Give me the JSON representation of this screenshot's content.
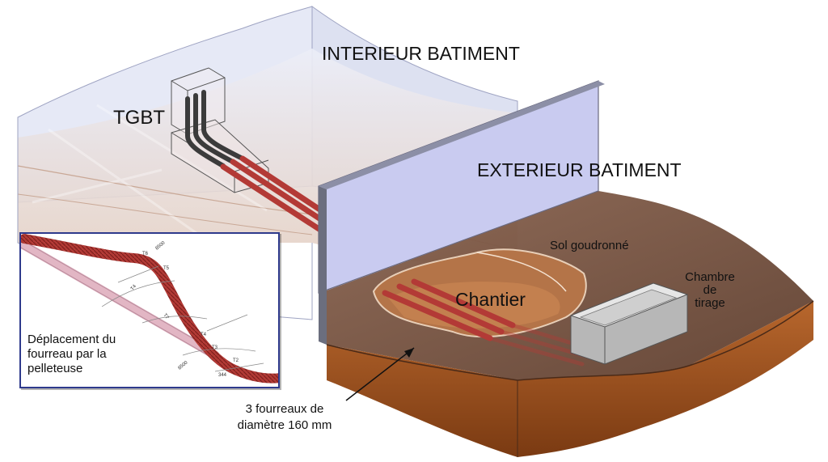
{
  "labels": {
    "interior": "INTERIEUR BATIMENT",
    "tgbt": "TGBT",
    "exterior": "EXTERIEUR BATIMENT",
    "sol": "Sol goudronné",
    "chambre_line1": "Chambre",
    "chambre_line2": "de",
    "chambre_line3": "tirage",
    "chantier": "Chantier",
    "fourreaux_line1": "3 fourreaux de",
    "fourreaux_line2": "diamètre 160 mm"
  },
  "inset": {
    "caption": "Déplacement du fourreau par la pelleteuse",
    "tags": {
      "t1": "T6",
      "t2": "T5",
      "t3": "T4",
      "t4": "T3",
      "t5": "T2",
      "d1": "8500",
      "d2": "8500",
      "d3": "T7",
      "d4": "T4",
      "d5": "344"
    }
  },
  "colors": {
    "interior_wall": "#dfe3f2",
    "interior_soil": "#e9d4c7",
    "wall": "#c9cbf0",
    "exterior_ground": "#7a5340",
    "soil_front": "#a0521e",
    "pipe": "#b33a36",
    "inset_border": "#2e3a8c"
  }
}
